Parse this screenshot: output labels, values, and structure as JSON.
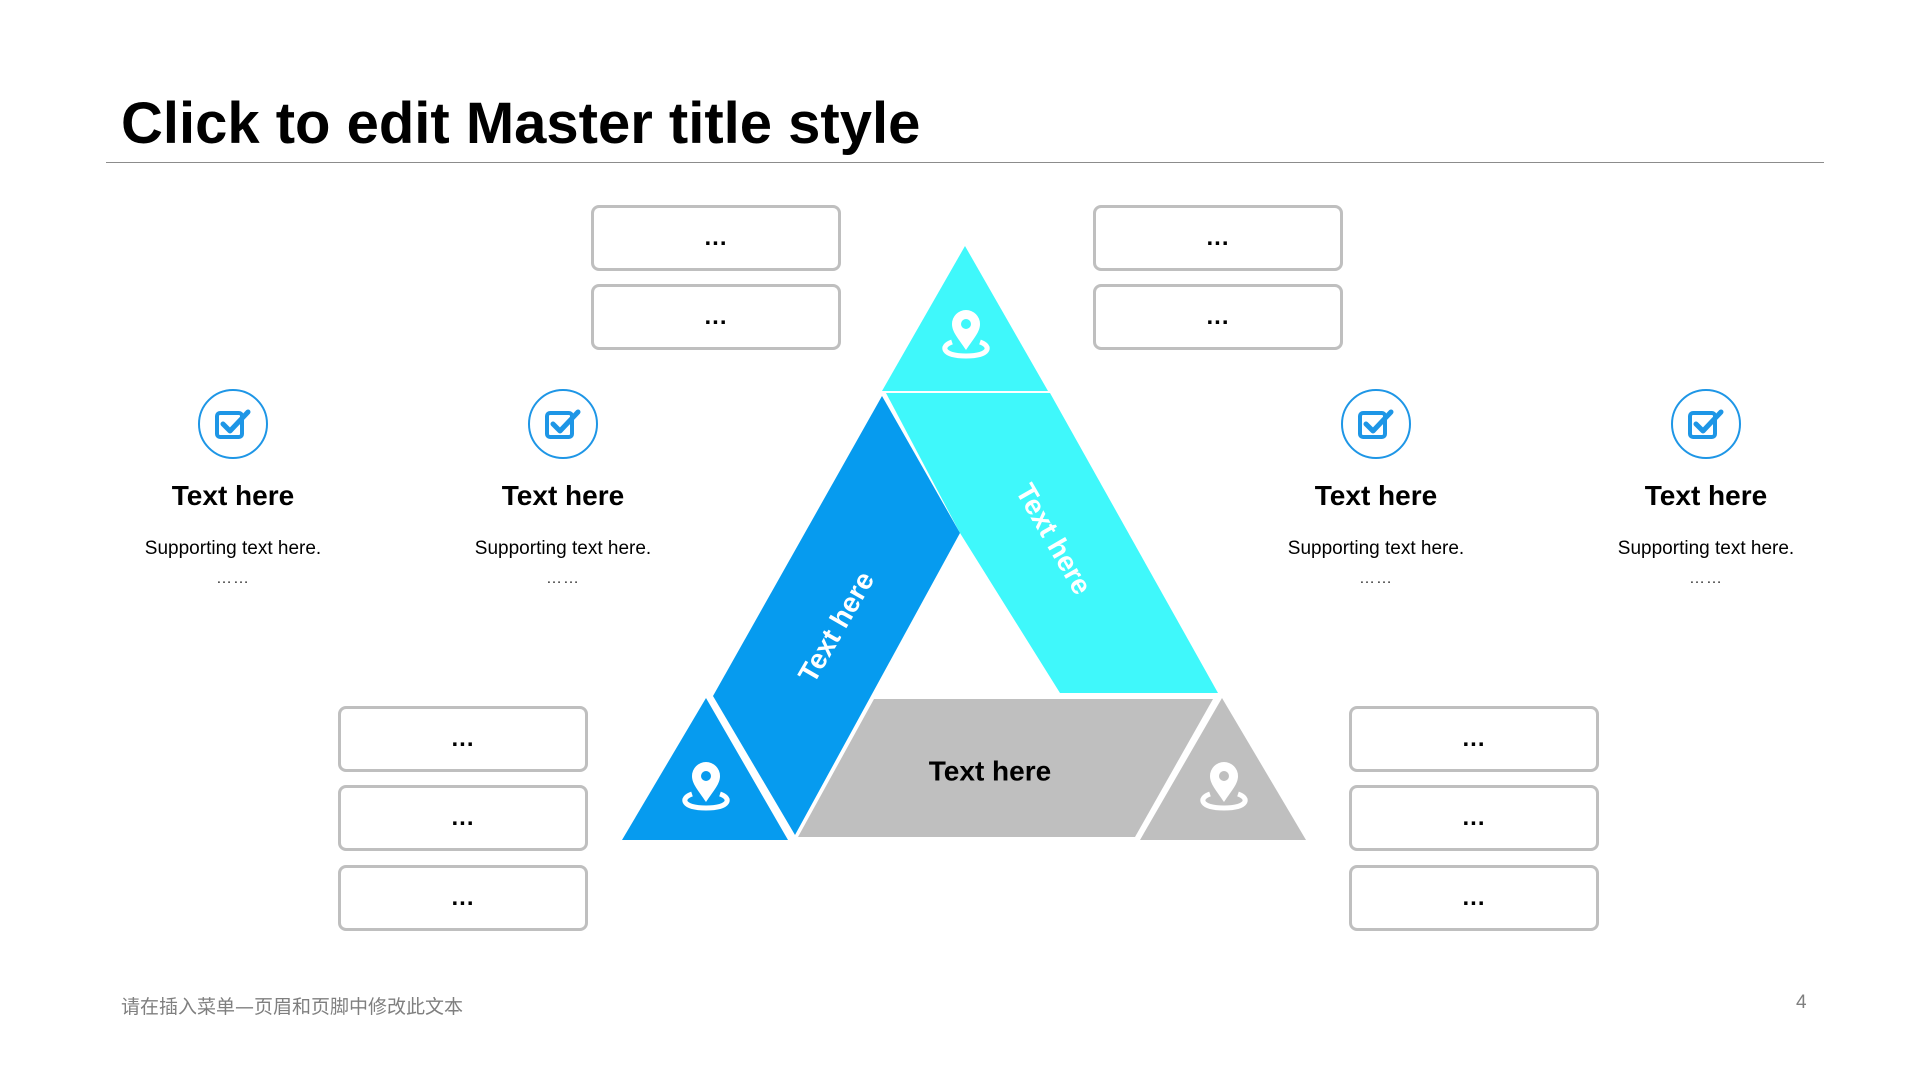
{
  "title": "Click to edit Master title style",
  "colors": {
    "blue": "#069bef",
    "cyan": "#3ff8fb",
    "gray": "#bfbfbf",
    "icon_accent": "#1e96e6"
  },
  "diagram": {
    "left_band_label": "Text here",
    "right_band_label": "Text here",
    "bottom_band_label": "Text here",
    "corner_icon": "map-pin-icon"
  },
  "boxes": {
    "top_left": [
      "...",
      "..."
    ],
    "top_right": [
      "...",
      "..."
    ],
    "bottom_left": [
      "...",
      "...",
      "..."
    ],
    "bottom_right": [
      "...",
      "...",
      "..."
    ]
  },
  "features": [
    {
      "icon": "checkbox-icon",
      "heading": "Text here",
      "text": "Supporting  text here.",
      "dots": "……"
    },
    {
      "icon": "checkbox-icon",
      "heading": "Text here",
      "text": "Supporting  text here.",
      "dots": "……"
    },
    {
      "icon": "checkbox-icon",
      "heading": "Text here",
      "text": "Supporting  text here.",
      "dots": "……"
    },
    {
      "icon": "checkbox-icon",
      "heading": "Text here",
      "text": "Supporting  text here.",
      "dots": "……"
    }
  ],
  "footer": {
    "text": "请在插入菜单—页眉和页脚中修改此文本",
    "page_number": "4"
  }
}
